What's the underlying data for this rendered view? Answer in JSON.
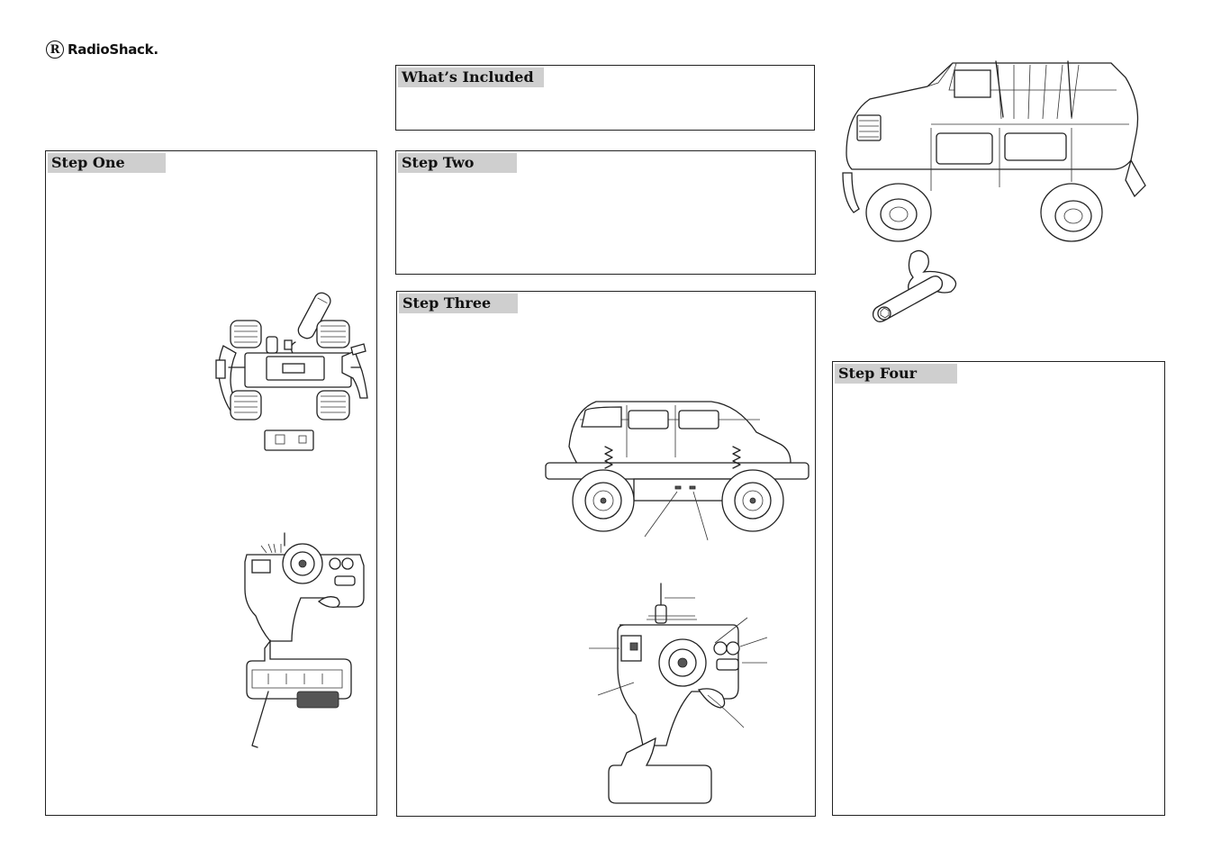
{
  "brand": {
    "mark": "R",
    "name": "RadioShack",
    "dot": "."
  },
  "sections": {
    "whats_included": "What’s Included",
    "step_one": "Step One",
    "step_two": "Step Two",
    "step_three": "Step Three",
    "step_four": "Step Four"
  },
  "illustrations": {
    "truck_top_view": "truck-underside-illustration",
    "transmitter_battery": "transmitter-battery-illustration",
    "truck_side_view": "truck-side-illustration",
    "transmitter_front": "transmitter-front-illustration",
    "truck_perspective": "truck-perspective-illustration",
    "wrench": "wrench-tool-illustration"
  },
  "colors": {
    "title_bar": "#cfcfcf",
    "border": "#222222"
  }
}
